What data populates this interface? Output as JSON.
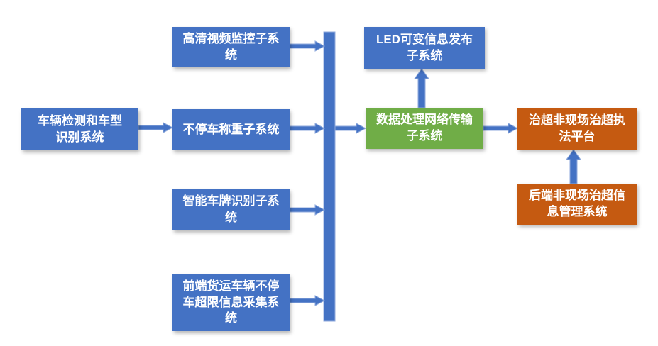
{
  "diagram": {
    "background": "#FFFFFF",
    "colors": {
      "background": "#FFFFFF",
      "node_blue": "#4472C4",
      "node_green": "#70AD47",
      "node_orange": "#C55A11",
      "connector": "#4472C4",
      "connector_stroke": "#8FAADC",
      "text": "#FFFFFF"
    },
    "nodes": {
      "vehicle_detection": "车辆检测和车型\n识别系统",
      "hd_video": "高清视频监控子系\n统",
      "weigh_in_motion": "不停车称重子系统",
      "plate_recognition": "智能车牌识别子系\n统",
      "front_collection": "前端货运车辆不停\n车超限信息采集系\n统",
      "led_display": "LED可变信息发布\n子系统",
      "data_processing": "数据处理网络传输\n子系统",
      "enforcement_platform": "治超非现场治超执\n法平台",
      "backend_management": "后端非现场治超信\n息管理系统"
    },
    "edges": [
      {
        "from": "vehicle_detection",
        "to": "weigh_in_motion"
      },
      {
        "from": "hd_video",
        "to": "bus_bar"
      },
      {
        "from": "weigh_in_motion",
        "to": "bus_bar"
      },
      {
        "from": "plate_recognition",
        "to": "bus_bar"
      },
      {
        "from": "front_collection",
        "to": "bus_bar"
      },
      {
        "from": "bus_bar",
        "to": "data_processing"
      },
      {
        "from": "data_processing",
        "to": "led_display"
      },
      {
        "from": "data_processing",
        "to": "enforcement_platform"
      },
      {
        "from": "backend_management",
        "to": "enforcement_platform"
      }
    ]
  }
}
